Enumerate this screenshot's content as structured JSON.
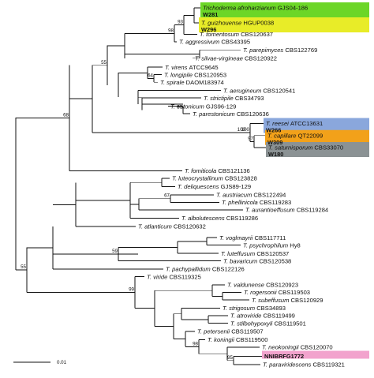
{
  "figure": {
    "scale_bar_label": "0.01"
  },
  "tree": {
    "taxa": [
      {
        "id": "t1",
        "genus": "Trichoderma",
        "species": "afroharzianum",
        "strain": "GJS04-186",
        "extra": "W281",
        "highlight": "green"
      },
      {
        "id": "t2",
        "genus": "T.",
        "species": "guizhouense",
        "strain": "HGUP0038",
        "extra": "W296",
        "highlight": "yellow"
      },
      {
        "id": "t3",
        "genus": "T.",
        "species": "tomentosum",
        "strain": "CBS120637"
      },
      {
        "id": "t4",
        "genus": "T.",
        "species": "aggressivum",
        "strain": "CBS43395"
      },
      {
        "id": "t5",
        "genus": "T.",
        "species": "parepimyces",
        "strain": "CBS122769"
      },
      {
        "id": "t6",
        "genus": "T.",
        "species": "silvae-virgineae",
        "strain": "CBS120922"
      },
      {
        "id": "t7",
        "genus": "T.",
        "species": "virens",
        "strain": "ATCC9645"
      },
      {
        "id": "t8",
        "genus": "T.",
        "species": "longipile",
        "strain": "CBS120953"
      },
      {
        "id": "t9",
        "genus": "T.",
        "species": "spirale",
        "strain": "DAOM183974"
      },
      {
        "id": "t10",
        "genus": "T.",
        "species": "aerugineum",
        "strain": "CBS120541"
      },
      {
        "id": "t11",
        "genus": "T.",
        "species": "strictipile",
        "strain": "CBS34793"
      },
      {
        "id": "t12",
        "genus": "T.",
        "species": "estonicum",
        "strain": "GJS96-129"
      },
      {
        "id": "t13",
        "genus": "T.",
        "species": "parestonicum",
        "strain": "CBS120636"
      },
      {
        "id": "t14",
        "genus": "T.",
        "species": "reesei",
        "strain": "ATCC13631",
        "extra": "W266",
        "highlight": "blue"
      },
      {
        "id": "t15",
        "genus": "T.",
        "species": "capillare",
        "strain": "QT22099",
        "extra": "W309",
        "highlight": "orange"
      },
      {
        "id": "t16",
        "genus": "T.",
        "species": "saturnisporum",
        "strain": "CBS33070",
        "extra": "W180",
        "highlight": "gray"
      },
      {
        "id": "t17",
        "genus": "T.",
        "species": "fomiticola",
        "strain": "CBS121136"
      },
      {
        "id": "t18",
        "genus": "T.",
        "species": "luteocrystallinum",
        "strain": "CBS123828"
      },
      {
        "id": "t19",
        "genus": "T.",
        "species": "deliquescens",
        "strain": "GJS89-129"
      },
      {
        "id": "t20",
        "genus": "T.",
        "species": "austriacum",
        "strain": "CBS122494"
      },
      {
        "id": "t21",
        "genus": "T.",
        "species": "phellinicola",
        "strain": "CBS119283"
      },
      {
        "id": "t22",
        "genus": "T.",
        "species": "aurantioeffusum",
        "strain": "CBS119284"
      },
      {
        "id": "t23",
        "genus": "T.",
        "species": "albolutescens",
        "strain": "CBS119286"
      },
      {
        "id": "t24",
        "genus": "T.",
        "species": "atlanticum",
        "strain": "CBS120632"
      },
      {
        "id": "t25",
        "genus": "T.",
        "species": "voglmayrii",
        "strain": "CBS117711"
      },
      {
        "id": "t26",
        "genus": "T.",
        "species": "psychrophilum",
        "strain": "Hy8"
      },
      {
        "id": "t27",
        "genus": "T.",
        "species": "luteffusum",
        "strain": "CBS120537"
      },
      {
        "id": "t28",
        "genus": "T.",
        "species": "bavaricum",
        "strain": "CBS120538"
      },
      {
        "id": "t29",
        "genus": "T.",
        "species": "pachypallidum",
        "strain": "CBS122126"
      },
      {
        "id": "t30",
        "genus": "T.",
        "species": "viride",
        "strain": "CBS119325"
      },
      {
        "id": "t31",
        "genus": "T.",
        "species": "valdunense",
        "strain": "CBS120923"
      },
      {
        "id": "t32",
        "genus": "T.",
        "species": "rogersonii",
        "strain": "CBS119503"
      },
      {
        "id": "t33",
        "genus": "T.",
        "species": "subeffusum",
        "strain": "CBS120929"
      },
      {
        "id": "t34",
        "genus": "T.",
        "species": "strigosum",
        "strain": "CBS34893"
      },
      {
        "id": "t35",
        "genus": "T.",
        "species": "atroviride",
        "strain": "CBS119499"
      },
      {
        "id": "t36",
        "genus": "T.",
        "species": "stilbohypoxyli",
        "strain": "CBS119501"
      },
      {
        "id": "t37",
        "genus": "T.",
        "species": "petersenii",
        "strain": "CBS119507"
      },
      {
        "id": "t38",
        "genus": "T.",
        "species": "koningii",
        "strain": "CBS119500"
      },
      {
        "id": "t39",
        "genus": "T.",
        "species": "neokoningii",
        "strain": "CBS120070"
      },
      {
        "id": "t40",
        "genus": "",
        "species": "",
        "strain": "",
        "extra": "NNIBRFG1772",
        "highlight": "pink"
      },
      {
        "id": "t41",
        "genus": "T.",
        "species": "paraviridescens",
        "strain": "CBS119321"
      }
    ],
    "bootstrap_values": [
      "93",
      "98",
      "55",
      "64",
      "99",
      "100",
      "100",
      "97",
      "68",
      "67",
      "59",
      "55",
      "99",
      "98",
      "95"
    ]
  },
  "colors": {
    "green": "#6cd627",
    "yellow": "#e8ec28",
    "blue": "#8aa7dc",
    "orange": "#f2a11a",
    "gray": "#8b9294",
    "pink": "#f2a3cd"
  }
}
